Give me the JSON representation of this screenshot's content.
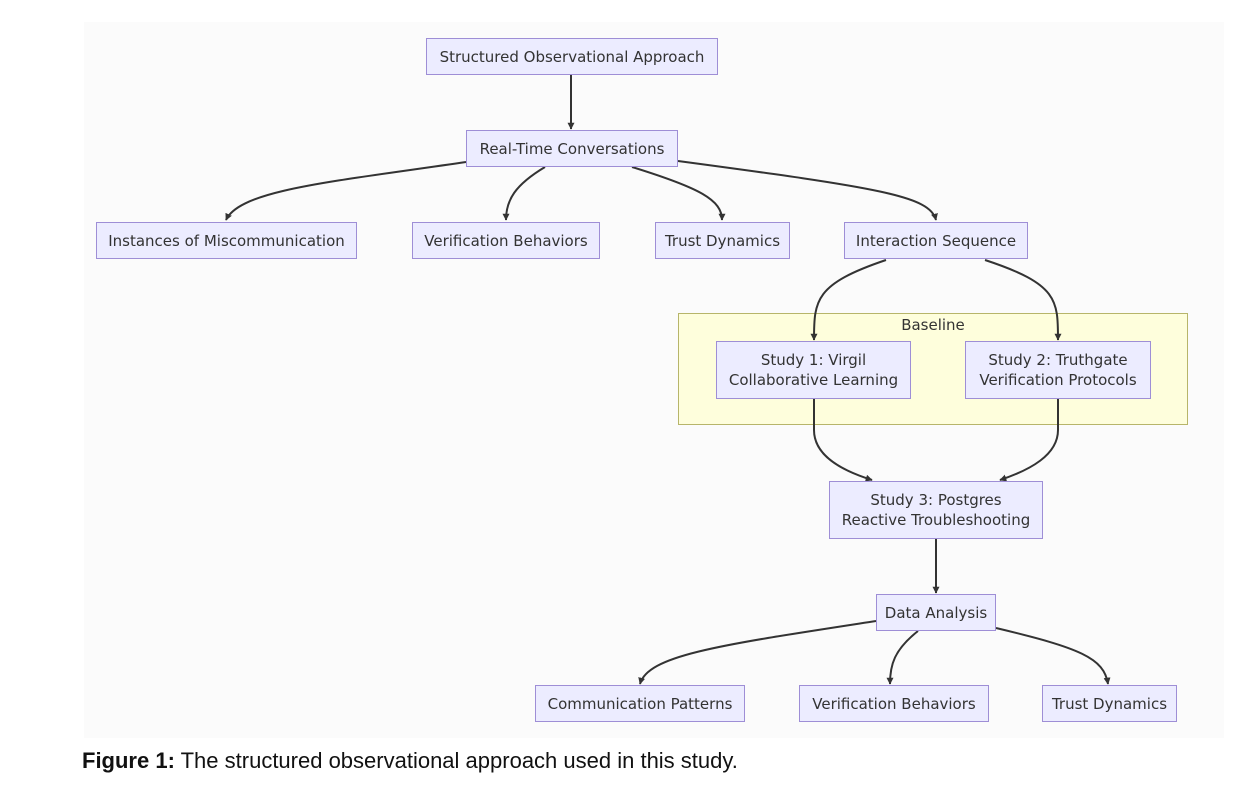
{
  "diagram": {
    "nodes": {
      "n1": "Structured Observational Approach",
      "n2": "Real-Time Conversations",
      "n3": "Instances of Miscommunication",
      "n4": "Verification Behaviors",
      "n5": "Trust Dynamics",
      "n6": "Interaction Sequence",
      "n7": "Study 1: Virgil\nCollaborative Learning",
      "n8": "Study 2: Truthgate\nVerification Protocols",
      "n9": "Study 3: Postgres\nReactive Troubleshooting",
      "n10": "Data Analysis",
      "n11": "Communication Patterns",
      "n12": "Verification Behaviors",
      "n13": "Trust Dynamics"
    },
    "subgraph_label": "Baseline",
    "edges": [
      [
        "n1",
        "n2"
      ],
      [
        "n2",
        "n3"
      ],
      [
        "n2",
        "n4"
      ],
      [
        "n2",
        "n5"
      ],
      [
        "n2",
        "n6"
      ],
      [
        "n6",
        "n7"
      ],
      [
        "n6",
        "n8"
      ],
      [
        "n7",
        "n9"
      ],
      [
        "n8",
        "n9"
      ],
      [
        "n9",
        "n10"
      ],
      [
        "n10",
        "n11"
      ],
      [
        "n10",
        "n12"
      ],
      [
        "n10",
        "n13"
      ]
    ]
  },
  "caption": {
    "label": "Figure 1:",
    "text": " The structured observational approach used in this study."
  }
}
